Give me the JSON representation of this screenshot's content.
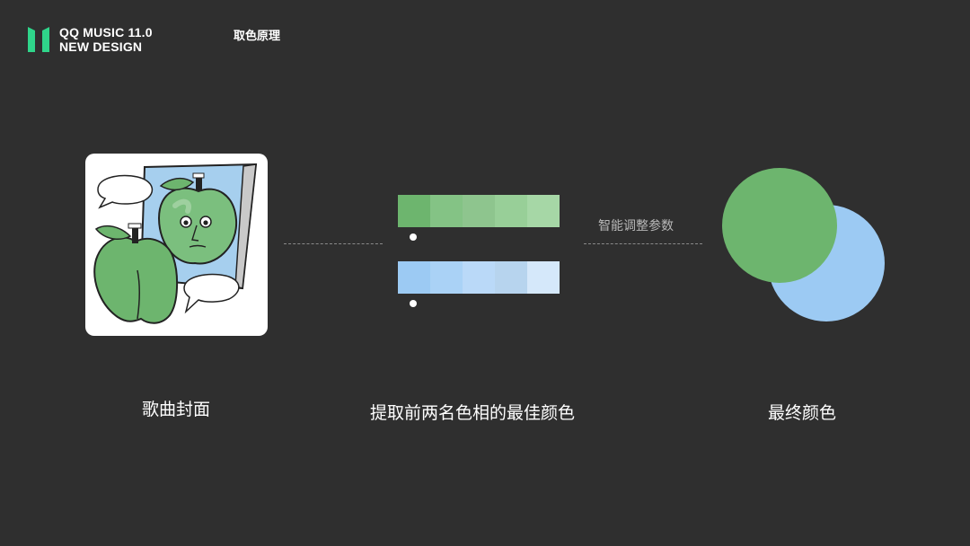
{
  "header": {
    "brand_line1": "QQ MUSIC 11.0",
    "brand_line2": "NEW DESIGN",
    "section_title": "取色原理"
  },
  "steps": {
    "cover_caption": "歌曲封面",
    "extract_caption": "提取前两名色相的最佳颜色",
    "adjust_label": "智能调整参数",
    "final_caption": "最终颜色"
  },
  "palette": {
    "green": [
      "#6db56e",
      "#84c385",
      "#8ec58e",
      "#98cf98",
      "#a6d7a6"
    ],
    "blue": [
      "#9ccaf3",
      "#aad2f6",
      "#bad9f8",
      "#b7d4ee",
      "#d5e8fa"
    ]
  },
  "final_colors": {
    "primary": "#6db56e",
    "secondary": "#9ccaf3"
  },
  "colors": {
    "background": "#2f2f2f",
    "logo": "#2fd58a"
  }
}
